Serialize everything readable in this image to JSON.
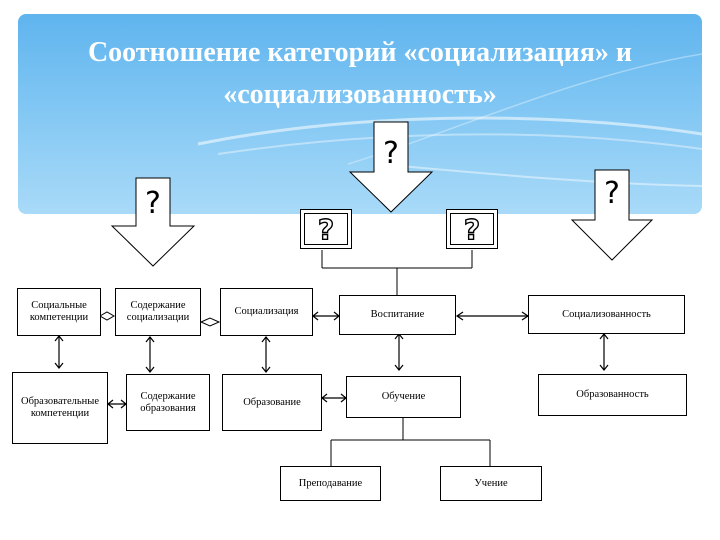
{
  "slide": {
    "title_line1": "Соотношение категорий «социализация» и",
    "title_line2": "«социализованность»"
  },
  "question_mark": "?",
  "boxes": {
    "social_competencies": "Социальные компетенции",
    "socialization_content": "Содержание социализации",
    "socialization": "Социализация",
    "upbringing": "Воспитание",
    "socializedness": "Социализованность",
    "educational_competencies": "Образовательные компетенции",
    "education_content": "Содержание образования",
    "education": "Образование",
    "training": "Обучение",
    "educatedness": "Образованность",
    "teaching": "Преподавание",
    "learning": "Учение"
  }
}
